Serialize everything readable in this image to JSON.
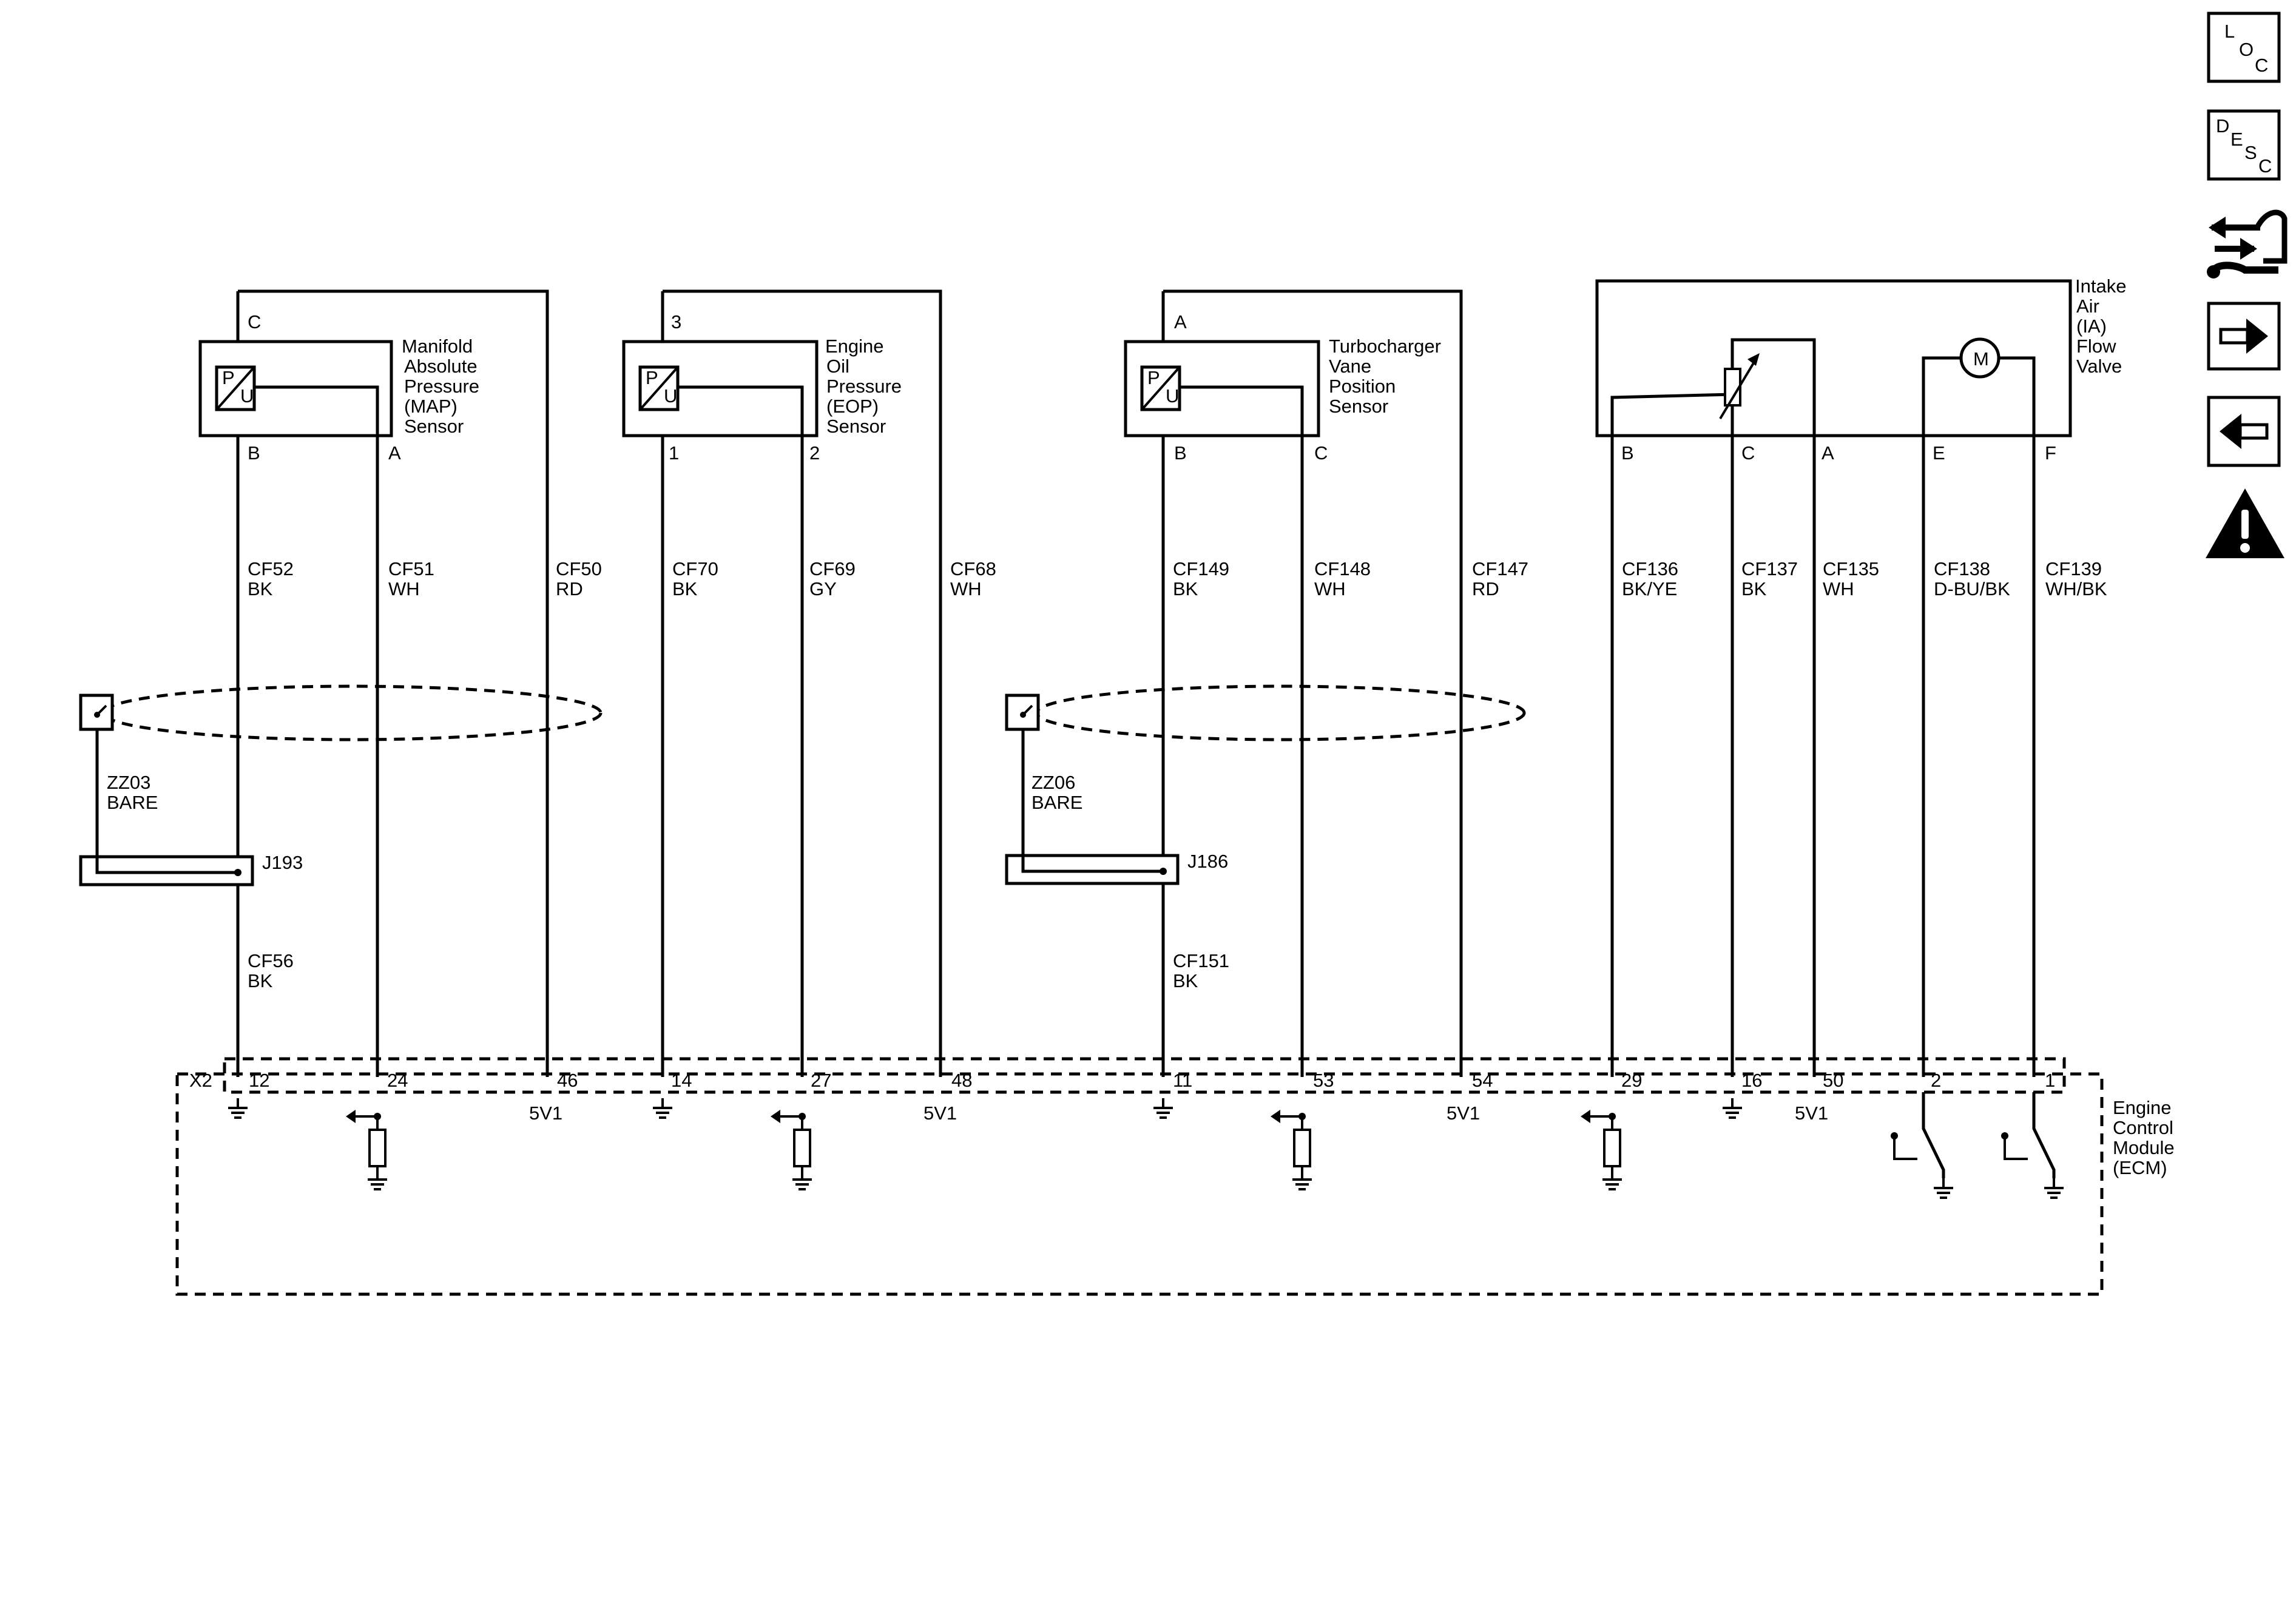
{
  "components": {
    "map_sensor": {
      "name_lines": [
        "Manifold",
        "Absolute",
        "Pressure",
        "(MAP)",
        "Sensor"
      ],
      "top_pin": "C",
      "pins": [
        "B",
        "A"
      ]
    },
    "eop_sensor": {
      "name_lines": [
        "Engine",
        "Oil",
        "Pressure",
        "(EOP)",
        "Sensor"
      ],
      "top_pin": "3",
      "pins": [
        "1",
        "2"
      ]
    },
    "tvp_sensor": {
      "name_lines": [
        "Turbocharger",
        "Vane",
        "Position",
        "Sensor"
      ],
      "top_pin": "A",
      "pins": [
        "B",
        "C"
      ]
    },
    "ia_valve": {
      "name_lines": [
        "Intake",
        "Air",
        "(IA)",
        "Flow",
        "Valve"
      ],
      "pins": [
        "B",
        "C",
        "A",
        "E",
        "F"
      ]
    },
    "ecm": {
      "name_lines": [
        "Engine",
        "Control",
        "Module",
        "(ECM)"
      ],
      "connector": "X2"
    }
  },
  "sensor_glyph": {
    "p": "P",
    "u": "U",
    "motor": "M"
  },
  "wires": [
    {
      "circuit": "CF52",
      "color": "BK"
    },
    {
      "circuit": "CF51",
      "color": "WH"
    },
    {
      "circuit": "CF50",
      "color": "RD"
    },
    {
      "circuit": "CF70",
      "color": "BK"
    },
    {
      "circuit": "CF69",
      "color": "GY"
    },
    {
      "circuit": "CF68",
      "color": "WH"
    },
    {
      "circuit": "CF149",
      "color": "BK"
    },
    {
      "circuit": "CF148",
      "color": "WH"
    },
    {
      "circuit": "CF147",
      "color": "RD"
    },
    {
      "circuit": "CF136",
      "color": "BK/YE"
    },
    {
      "circuit": "CF137",
      "color": "BK"
    },
    {
      "circuit": "CF135",
      "color": "WH"
    },
    {
      "circuit": "CF138",
      "color": "D-BU/BK"
    },
    {
      "circuit": "CF139",
      "color": "WH/BK"
    }
  ],
  "drain_wires": [
    {
      "circuit": "ZZ03",
      "color": "BARE",
      "splice": "J193",
      "out_circuit": "CF56",
      "out_color": "BK"
    },
    {
      "circuit": "ZZ06",
      "color": "BARE",
      "splice": "J186",
      "out_circuit": "CF151",
      "out_color": "BK"
    }
  ],
  "ecm_pins": [
    "12",
    "24",
    "46",
    "14",
    "27",
    "48",
    "11",
    "53",
    "54",
    "29",
    "16",
    "50",
    "2",
    "1"
  ],
  "ref_labels": [
    "5V1",
    "5V1",
    "5V1",
    "5V1"
  ],
  "nav": {
    "loc": {
      "letters": [
        "L",
        "O",
        "C"
      ]
    },
    "desc": {
      "letters": [
        "D",
        "E",
        "S",
        "C"
      ]
    },
    "icon_names": [
      "connector-tool-icon",
      "next-arrow-icon",
      "previous-arrow-icon",
      "warning-icon"
    ]
  }
}
